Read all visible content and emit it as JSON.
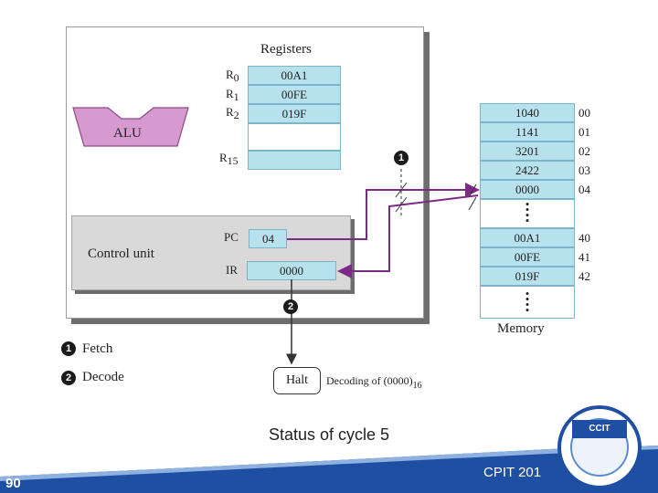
{
  "cpu": {
    "registers_title": "Registers",
    "alu_label": "ALU",
    "control_unit_label": "Control unit",
    "registers": [
      {
        "base": "R",
        "sub": "0",
        "value": "00A1"
      },
      {
        "base": "R",
        "sub": "1",
        "value": "00FE"
      },
      {
        "base": "R",
        "sub": "2",
        "value": "019F"
      },
      {
        "base": "R",
        "sub": "15",
        "value": ""
      }
    ],
    "pc": {
      "name": "PC",
      "value": "04"
    },
    "ir": {
      "name": "IR",
      "value": "0000"
    }
  },
  "memory": {
    "label": "Memory",
    "cells": [
      {
        "value": "1040",
        "addr": "00"
      },
      {
        "value": "1141",
        "addr": "01"
      },
      {
        "value": "3201",
        "addr": "02"
      },
      {
        "value": "2422",
        "addr": "03"
      },
      {
        "value": "0000",
        "addr": "04"
      },
      {
        "value": "00A1",
        "addr": "40"
      },
      {
        "value": "00FE",
        "addr": "41"
      },
      {
        "value": "019F",
        "addr": "42"
      }
    ]
  },
  "steps": {
    "badge_1": "1",
    "badge_2": "2",
    "fetch": "Fetch",
    "decode": "Decode"
  },
  "halt": {
    "label": "Halt",
    "decoding_text": "Decoding of (0000)",
    "decoding_sub": "16"
  },
  "caption": "Status of cycle 5",
  "footer": {
    "page_number": "90",
    "course": "CPIT 201",
    "logo_text": "CCIT"
  },
  "colors": {
    "arrow": "#7b2a86",
    "alu_fill": "#d69ad0",
    "register_fill": "#b7e1ec",
    "footer_band": "#1f4fa3"
  }
}
